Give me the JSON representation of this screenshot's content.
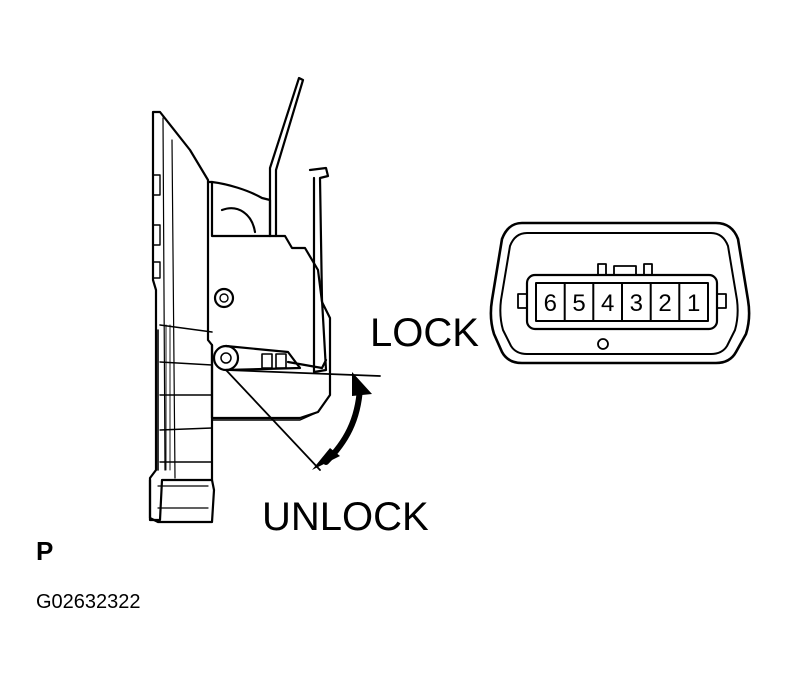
{
  "diagram": {
    "labels": {
      "lock": "LOCK",
      "unlock": "UNLOCK",
      "view_letter": "P",
      "figure_code": "G02632322"
    },
    "connector": {
      "pins": [
        "6",
        "5",
        "4",
        "3",
        "2",
        "1"
      ]
    },
    "colors": {
      "ink": "#000000",
      "paper": "#ffffff"
    }
  }
}
